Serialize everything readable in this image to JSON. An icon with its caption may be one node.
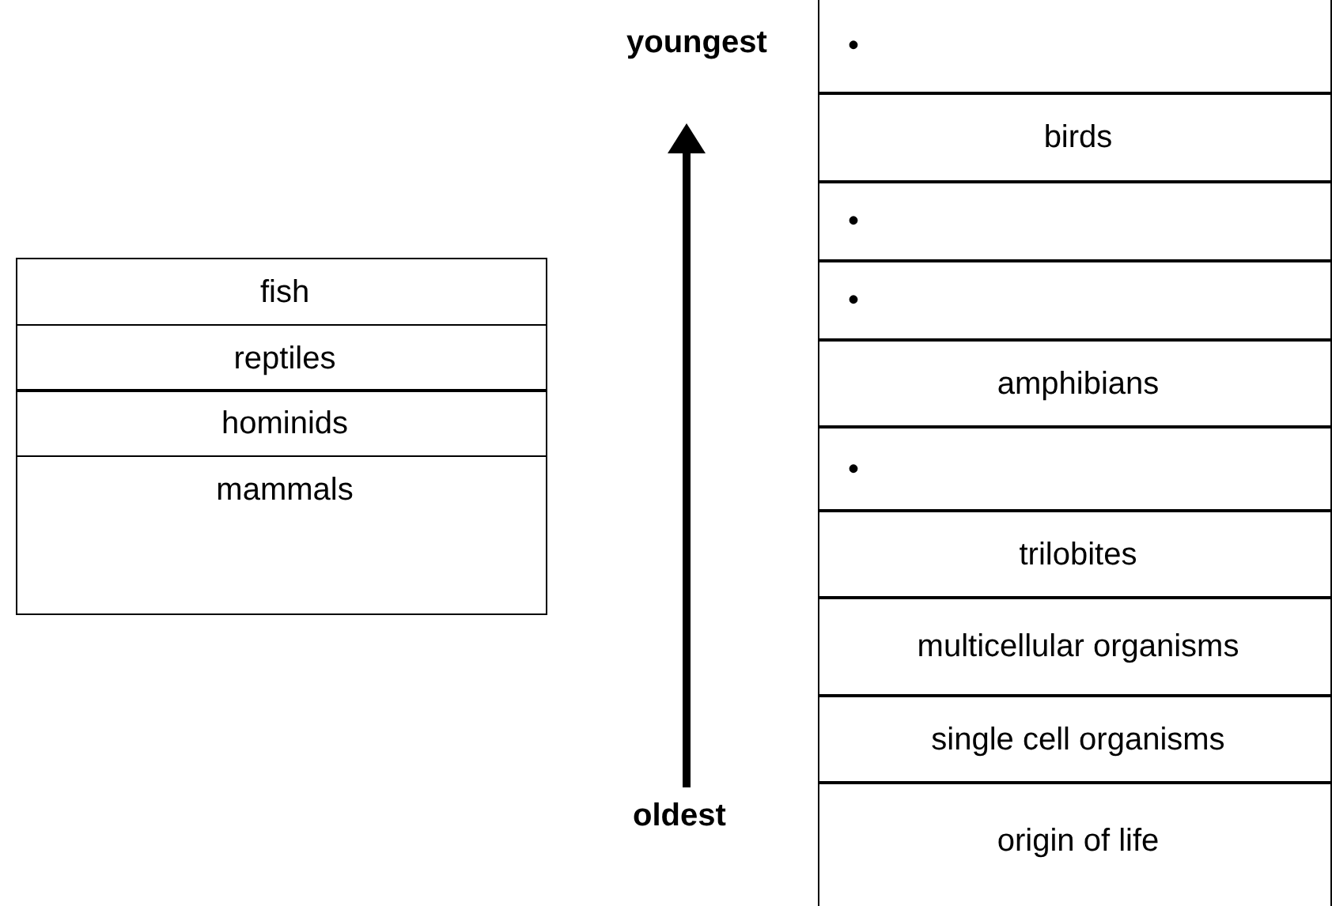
{
  "diagram": {
    "nodes": [
      {
        "text": [
          "fish"
        ]
      },
      {
        "text": [
          "reptiles"
        ]
      },
      {
        "text": [
          "hominids"
        ]
      },
      {
        "text": [
          "mammals"
        ]
      },
      {
        "text": [
          "•"
        ]
      },
      {
        "text": [
          "birds"
        ]
      },
      {
        "text": [
          "•"
        ]
      },
      {
        "text": [
          "•"
        ]
      },
      {
        "text": [
          "amphibians"
        ]
      },
      {
        "text": [
          "•"
        ]
      },
      {
        "text": [
          "trilobites"
        ]
      },
      {
        "text": [
          "multicellular organisms"
        ]
      },
      {
        "text": [
          "single cell organisms"
        ]
      },
      {
        "text": [
          "origin of life"
        ]
      }
    ],
    "labels": [
      "youngest",
      "oldest"
    ]
  }
}
